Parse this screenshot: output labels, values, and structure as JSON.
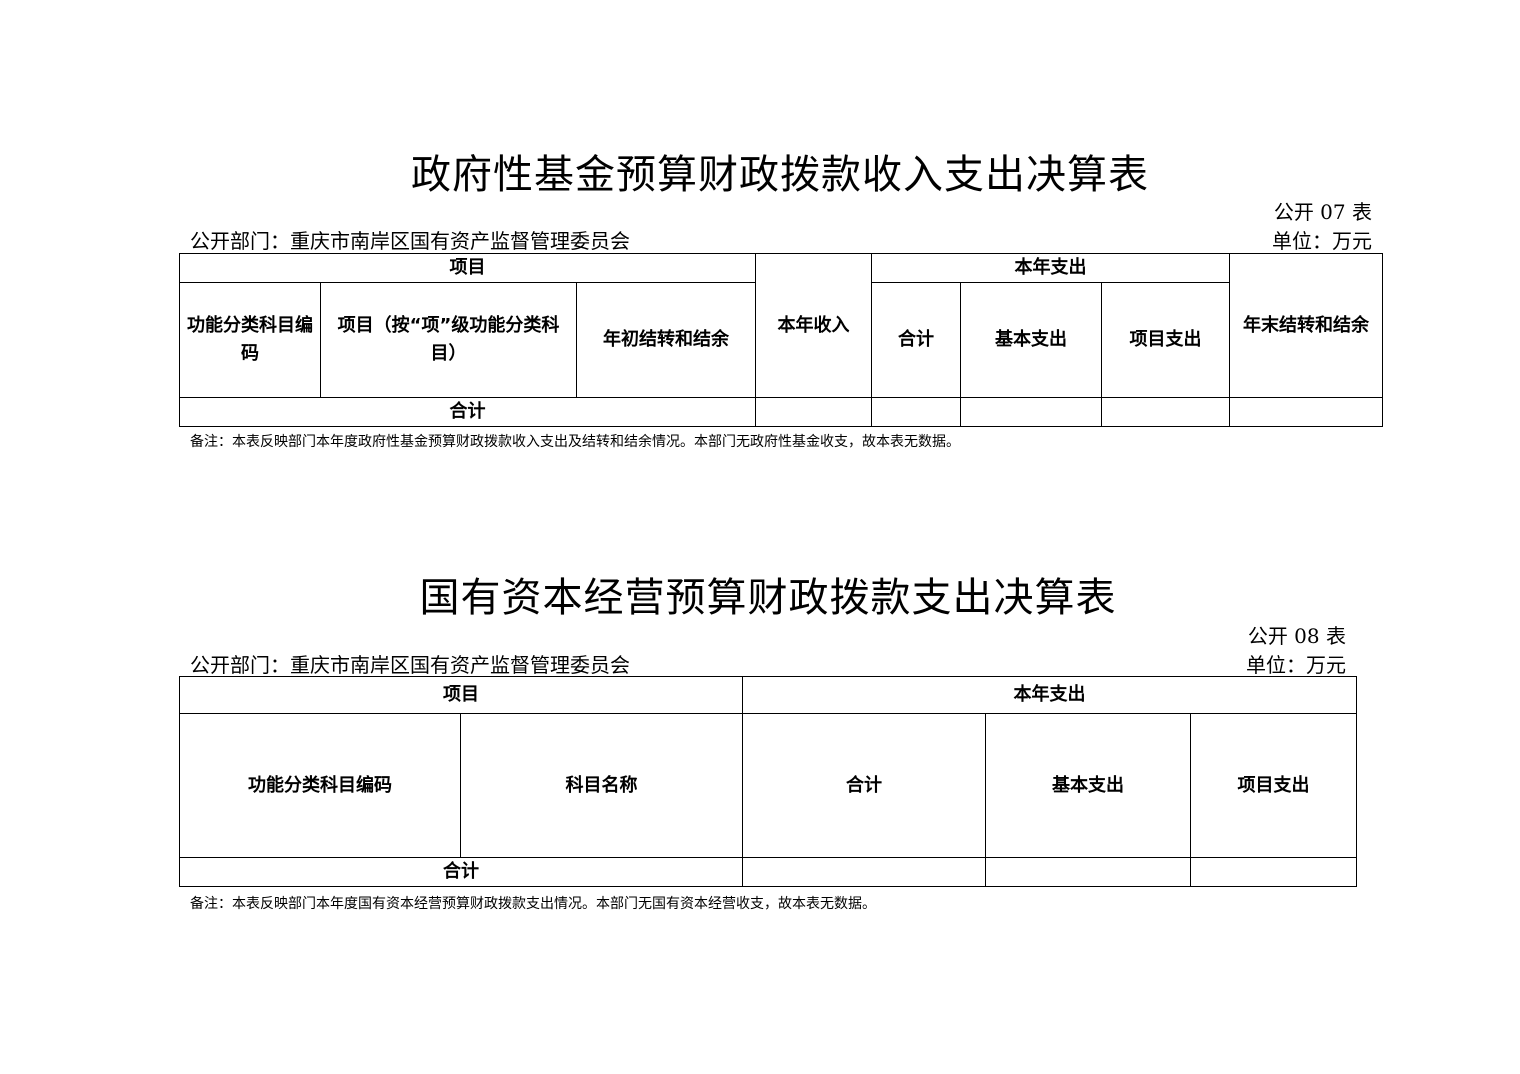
{
  "table1": {
    "title": "政府性基金预算财政拨款收入支出决算表",
    "table_no": "公开 07 表",
    "dept": "公开部门：重庆市南岸区国有资产监督管理委员会",
    "unit": "单位：万元",
    "headers": {
      "item_group": "项目",
      "func_code": "功能分类科目编码",
      "item_by": "项目（按“项”级功能分类科目）",
      "begin_balance": "年初结转和结余",
      "income": "本年收入",
      "expense_group": "本年支出",
      "total": "合计",
      "basic": "基本支出",
      "project": "项目支出",
      "end_balance": "年末结转和结余"
    },
    "total_row_label": "合计",
    "note": "备注：本表反映部门本年度政府性基金预算财政拨款收入支出及结转和结余情况。本部门无政府性基金收支，故本表无数据。"
  },
  "table2": {
    "title": "国有资本经营预算财政拨款支出决算表",
    "table_no": "公开 08 表",
    "dept": "公开部门：重庆市南岸区国有资产监督管理委员会",
    "unit": "单位：万元",
    "headers": {
      "item_group": "项目",
      "expense_group": "本年支出",
      "func_code": "功能分类科目编码",
      "subject_name": "科目名称",
      "total": "合计",
      "basic": "基本支出",
      "project": "项目支出"
    },
    "total_row_label": "合计",
    "note": "备注：本表反映部门本年度国有资本经营预算财政拨款支出情况。本部门无国有资本经营收支，故本表无数据。"
  }
}
